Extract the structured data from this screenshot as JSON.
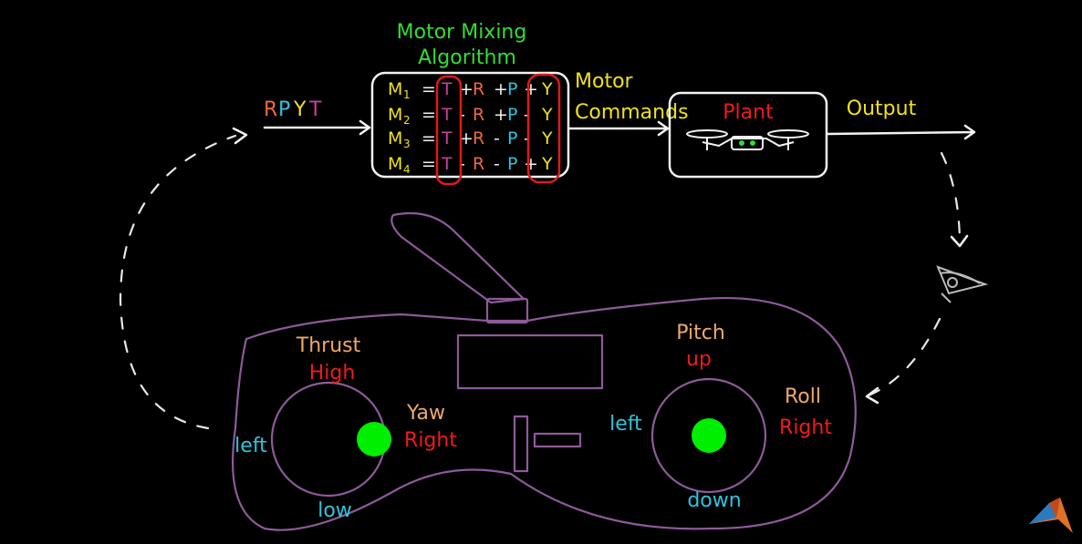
{
  "title": {
    "line1": "Motor Mixing",
    "line2": "Algorithm"
  },
  "input_label": [
    "R",
    "P",
    "Y",
    "T"
  ],
  "motor_commands": {
    "line1": "Motor",
    "line2": "Commands"
  },
  "plant_label": "Plant",
  "output_label": "Output",
  "equations": [
    {
      "m": "M",
      "sub": "1",
      "s1": "+",
      "s2": "+",
      "s3": "+"
    },
    {
      "m": "M",
      "sub": "2",
      "s1": "-",
      "s2": "+",
      "s3": "-"
    },
    {
      "m": "M",
      "sub": "3",
      "s1": "+",
      "s2": "-",
      "s3": "-"
    },
    {
      "m": "M",
      "sub": "4",
      "s1": "-",
      "s2": "-",
      "s3": "+"
    }
  ],
  "eq_terms": {
    "eq": "=",
    "t": "T",
    "r": "R",
    "p": "P",
    "y": "Y"
  },
  "controller": {
    "left_stick": {
      "top1": "Thrust",
      "top2": "High",
      "right1": "Yaw",
      "right2": "Right",
      "left": "left",
      "bottom": "low"
    },
    "right_stick": {
      "top1": "Pitch",
      "top2": "up",
      "right1": "Roll",
      "right2": "Right",
      "left": "left",
      "bottom": "down"
    }
  },
  "colors": {
    "green": "#33dd33",
    "yellow": "#f0e11a",
    "red": "#f21a1a",
    "orange": "#f06a3a",
    "cyan": "#2ec4dd",
    "magenta": "#c8409a",
    "purple": "#8e5a9a",
    "peach": "#f0a86a",
    "white": "#f2f2f2"
  },
  "icons": [
    "drone-icon",
    "eye-icon",
    "matlab-logo-icon"
  ]
}
